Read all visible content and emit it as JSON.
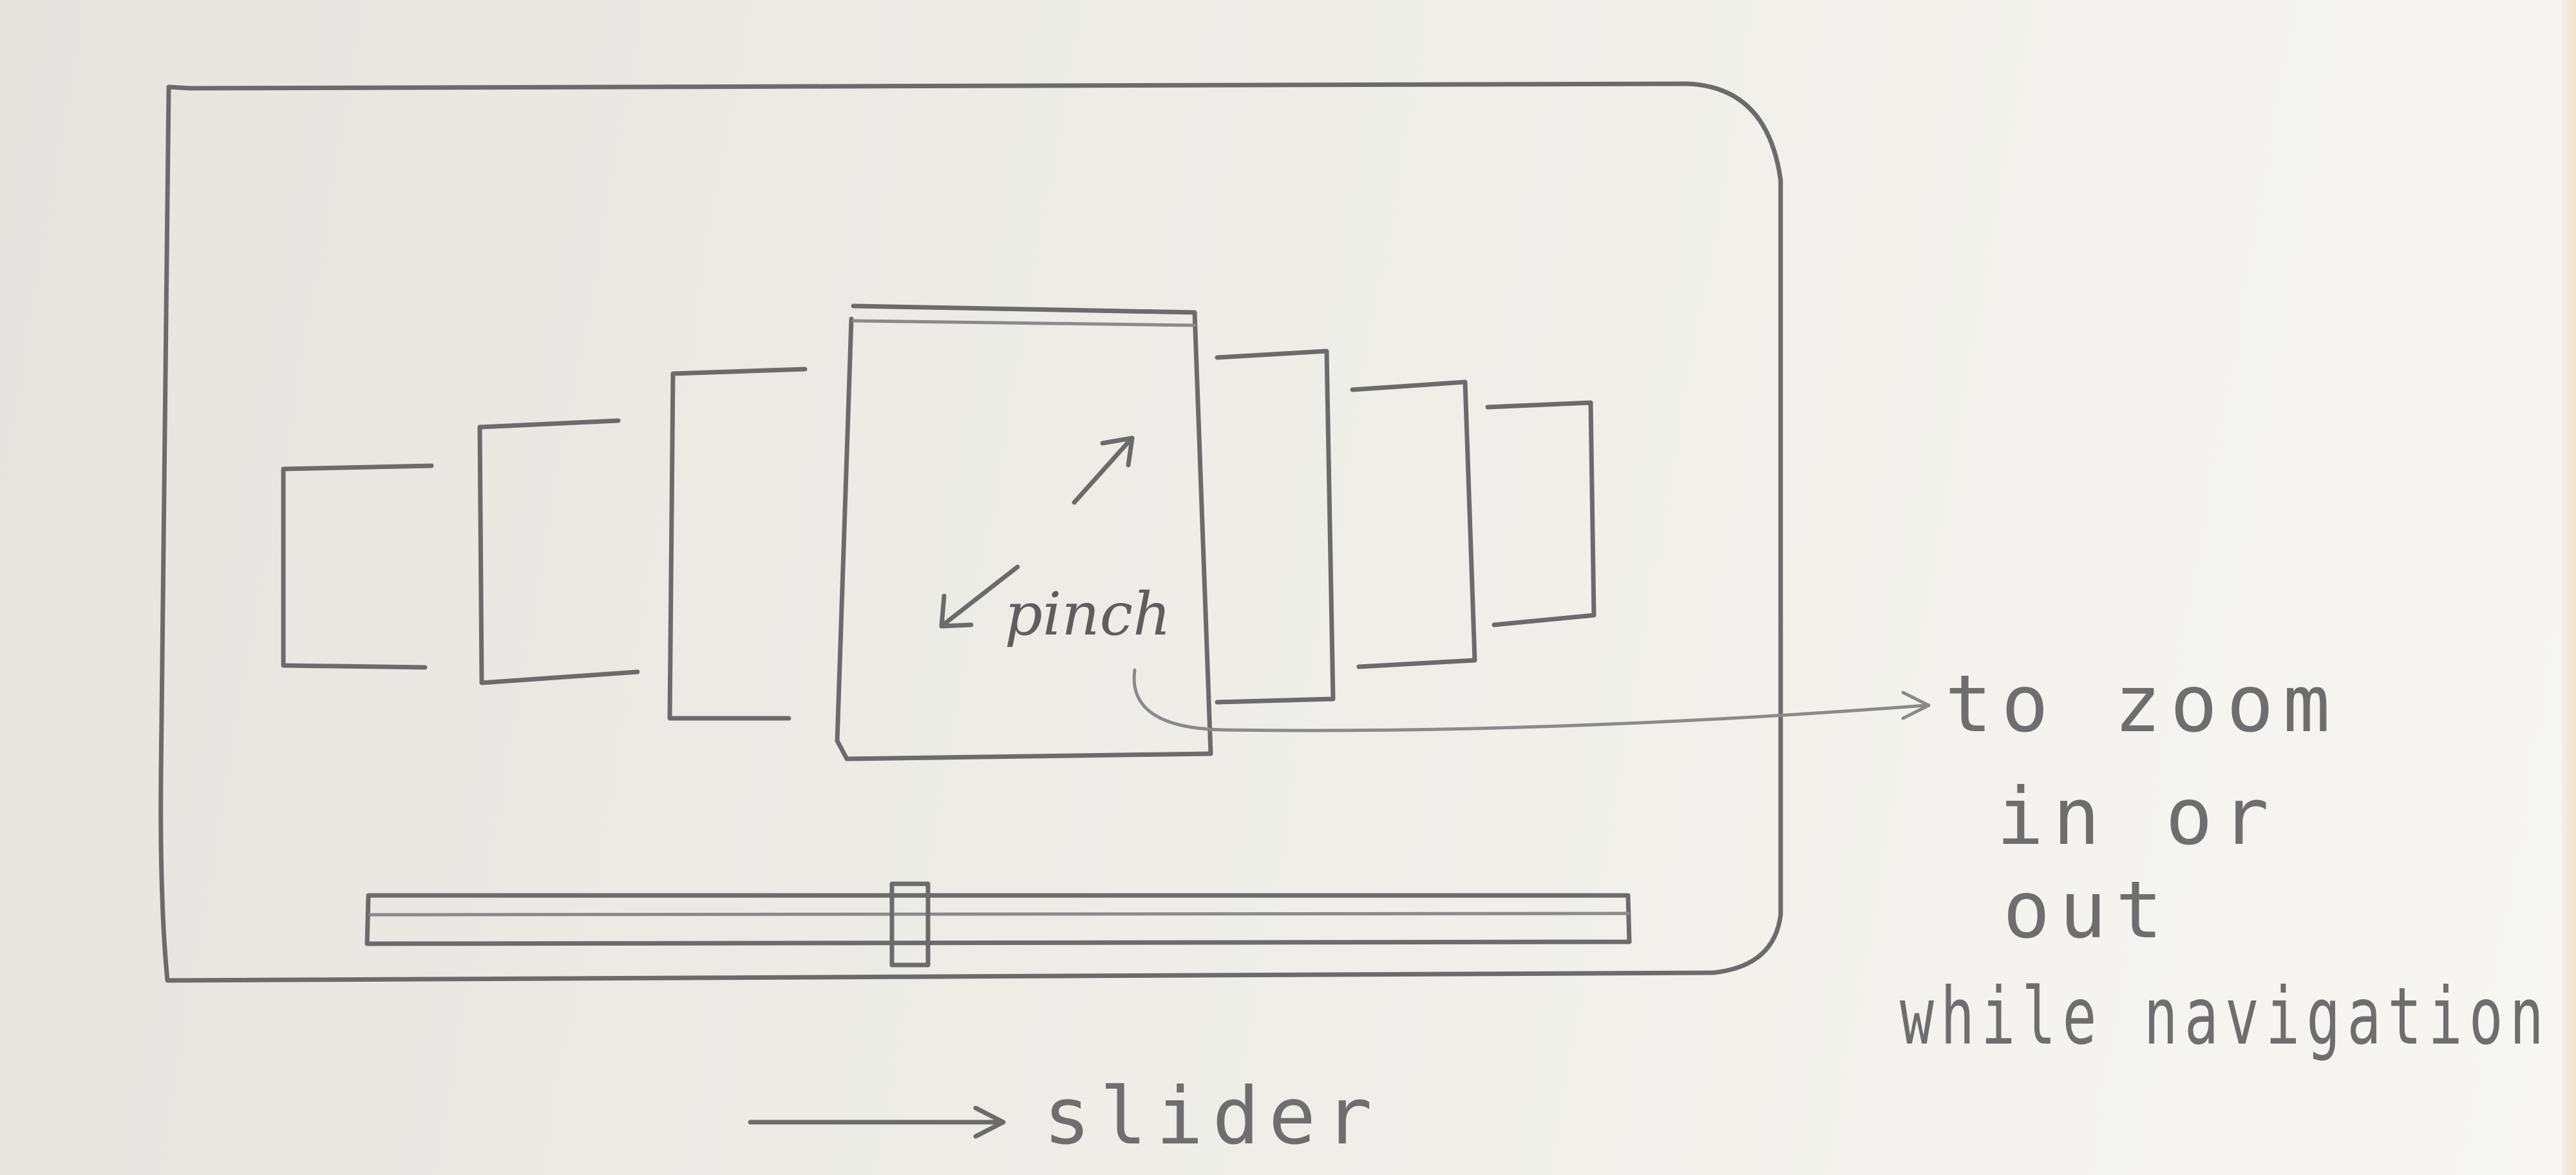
{
  "sketch": {
    "zoom_label": "pinch",
    "annotation_lines": [
      "to zoom",
      "in or",
      "out",
      "while navigation"
    ],
    "slider_label": "slider",
    "ink_color": "#6b6b6b",
    "paper_color": "#eceae5"
  },
  "slider": {
    "thumb_position_fraction": 0.43
  }
}
